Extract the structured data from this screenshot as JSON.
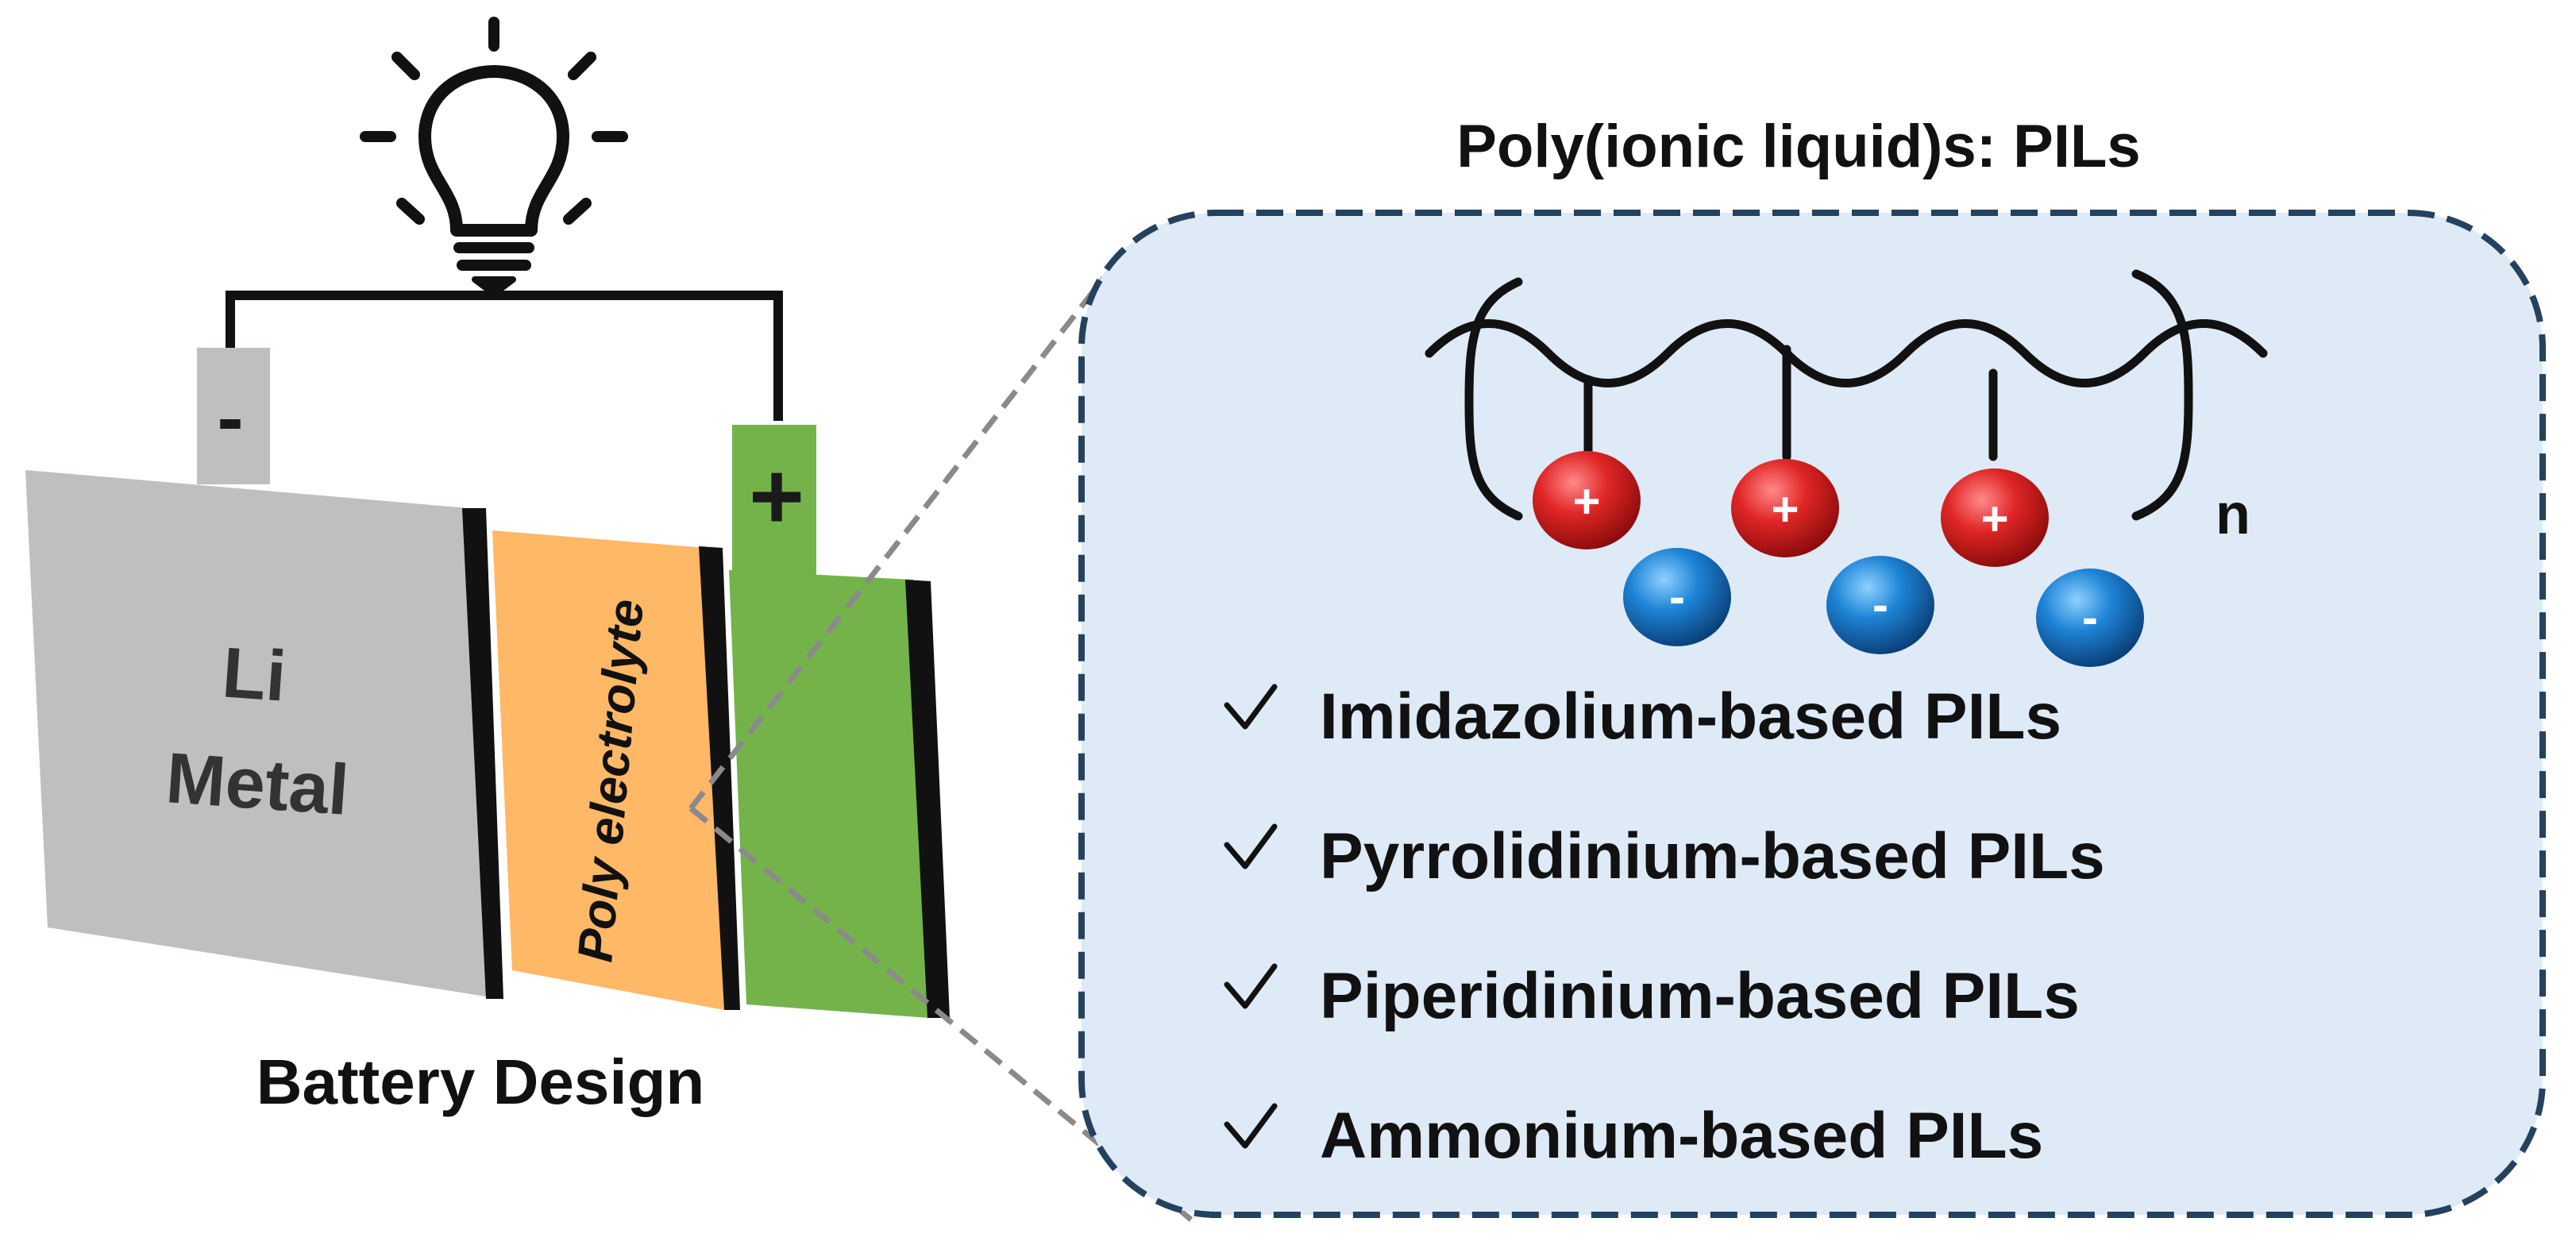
{
  "battery": {
    "caption": "Battery Design",
    "anode": {
      "line1": "Li",
      "line2": "Metal"
    },
    "electrolyte": "Poly electrolyte",
    "negative_sign": "-",
    "positive_sign": "+"
  },
  "pils": {
    "title": "Poly(ionic liquid)s: PILs",
    "subscript": "n",
    "cation_sign": "+",
    "anion_sign": "-",
    "items": [
      "Imidazolium-based PILs",
      "Pyrrolidinium-based PILs",
      "Piperidinium-based PILs",
      "Ammonium-based PILs"
    ]
  },
  "colors": {
    "anode": "#c0bebe",
    "electrolyte": "#ffb866",
    "cathode": "#74b34a",
    "panel_fill": "#deeaf6",
    "panel_border": "#24425e",
    "cation": "#d81e1e",
    "anion": "#1b7fd0"
  }
}
